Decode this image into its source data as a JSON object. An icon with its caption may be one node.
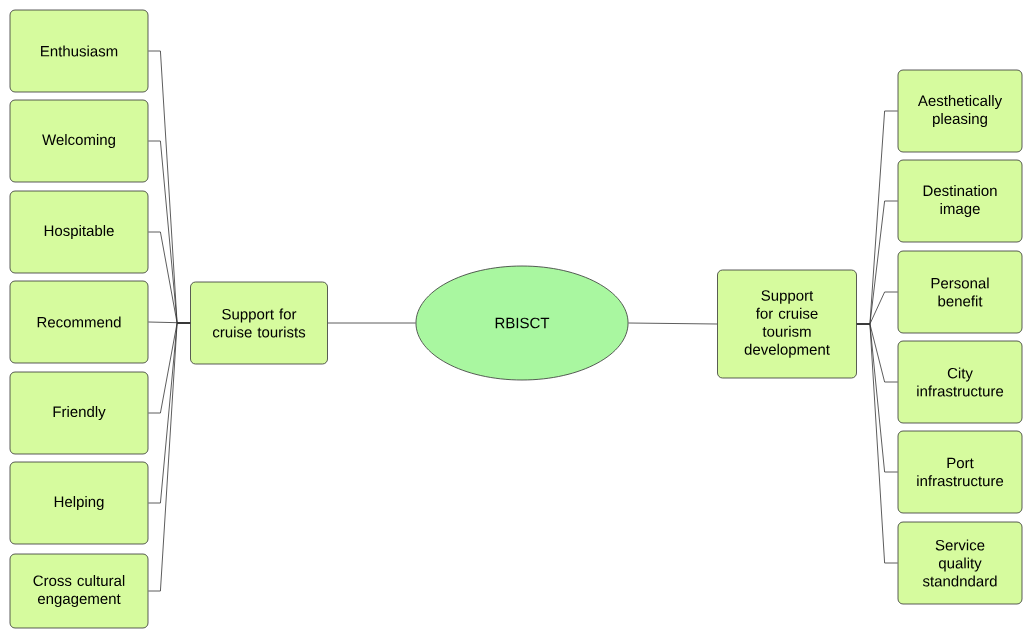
{
  "diagram": {
    "nodes": [
      {
        "text": [
          "Enthusiasm"
        ]
      },
      {
        "text": [
          "Welcoming"
        ]
      },
      {
        "text": [
          "Hospitable"
        ]
      },
      {
        "text": [
          "Recommend"
        ]
      },
      {
        "text": [
          "Friendly"
        ]
      },
      {
        "text": [
          "Helping"
        ]
      },
      {
        "text": [
          "Cross cultural engagement"
        ]
      },
      {
        "text": [
          "Support for cruise tourists"
        ]
      },
      {
        "text": [
          "RBISCT"
        ]
      },
      {
        "text": [
          "Support for cruise tourism development"
        ]
      },
      {
        "text": [
          "Aesthetically pleasing"
        ]
      },
      {
        "text": [
          "Destination image"
        ]
      },
      {
        "text": [
          "Personal benefit"
        ]
      },
      {
        "text": [
          "City infrastructure"
        ]
      },
      {
        "text": [
          "Port infrastructure"
        ]
      },
      {
        "text": [
          "Service quality standndard"
        ]
      }
    ],
    "edges": [
      {
        "from": 7,
        "to": 0,
        "arrow": "none"
      },
      {
        "from": 7,
        "to": 1,
        "arrow": "none"
      },
      {
        "from": 7,
        "to": 2,
        "arrow": "none"
      },
      {
        "from": 7,
        "to": 3,
        "arrow": "none"
      },
      {
        "from": 7,
        "to": 4,
        "arrow": "none"
      },
      {
        "from": 7,
        "to": 5,
        "arrow": "none"
      },
      {
        "from": 7,
        "to": 6,
        "arrow": "none"
      },
      {
        "from": 7,
        "to": 8,
        "arrow": "none"
      },
      {
        "from": 8,
        "to": 9,
        "arrow": "none"
      },
      {
        "from": 9,
        "to": 10,
        "arrow": "none"
      },
      {
        "from": 9,
        "to": 11,
        "arrow": "none"
      },
      {
        "from": 9,
        "to": 12,
        "arrow": "none"
      },
      {
        "from": 9,
        "to": 13,
        "arrow": "none"
      },
      {
        "from": 9,
        "to": 14,
        "arrow": "none"
      },
      {
        "from": 9,
        "to": 15,
        "arrow": "none"
      }
    ]
  }
}
